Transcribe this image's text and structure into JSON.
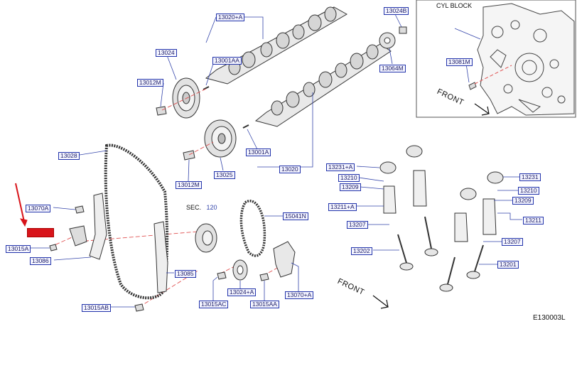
{
  "labels": {
    "l13020A": "13020+A",
    "l13024B": "13024B",
    "l13024": "13024",
    "l13001AA": "13001AA",
    "l13012M_top": "13012M",
    "l13064M": "13064M",
    "l13081M": "13081M",
    "l13028": "13028",
    "l13025": "13025",
    "l13001A": "13001A",
    "l13020": "13020",
    "l13012M_mid": "13012M",
    "l13070A": "13070A",
    "l13015A": "13015A",
    "l13086": "13086",
    "l13085": "13085",
    "l13015AB": "13015AB",
    "l15041N": "15041N",
    "l13024A": "13024+A",
    "l13015AC": "13015AC",
    "l13015AA": "13015AA",
    "l13070A_plus": "13070+A",
    "l13231A": "13231+A",
    "l13210": "13210",
    "l13209": "13209",
    "l13211A": "13211+A",
    "l13207": "13207",
    "l13202": "13202",
    "l13231": "13231",
    "l13210r": "13210",
    "l13209r": "13209",
    "l13211": "13211",
    "l13207r": "13207",
    "l13201": "13201"
  },
  "text": {
    "cyl_block": "CYL  BLOCK",
    "front_inset": "FRONT",
    "front_main": "FRONT",
    "sec": "SEC.",
    "sec_num": "120",
    "figure_id": "E130003L"
  },
  "colors": {
    "label_border": "#2233aa",
    "highlight": "#d8141a",
    "arrow": "#d8141a",
    "leader": "#3344aa",
    "centerline": "#e05050"
  }
}
